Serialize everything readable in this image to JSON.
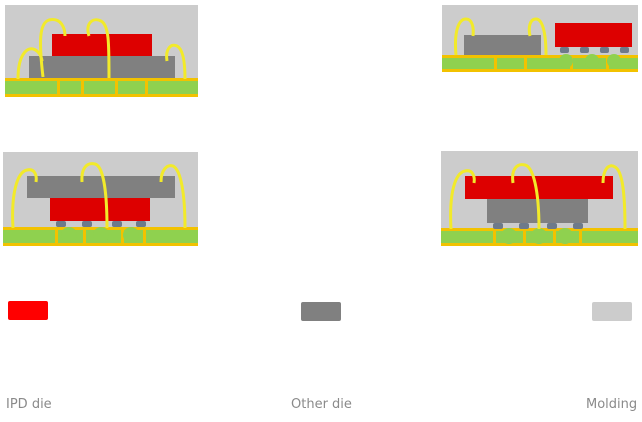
{
  "colors": {
    "ipd_die": "#dd0000",
    "other_die": "#808080",
    "molding": "#cccccc",
    "substrate": "#8fd14f",
    "trace": "#f2c200",
    "wire": "#f2ea2a",
    "bump": "#6e7a8a"
  },
  "legend": [
    {
      "label": "IPD die",
      "color": "#ff0000"
    },
    {
      "label": "Other die",
      "color": "#808080"
    },
    {
      "label": "Molding",
      "color": "#cccccc"
    }
  ],
  "panels": [
    {
      "id": "a",
      "arrangement": "IPD die wire-bonded, stacked on wire-bonded other die"
    },
    {
      "id": "b",
      "arrangement": "Wire-bonded other die beside flip-chip IPD die"
    },
    {
      "id": "c",
      "arrangement": "Wire-bonded other die stacked on flip-chip IPD die"
    },
    {
      "id": "d",
      "arrangement": "Wire-bonded IPD die stacked on flip-chip other die"
    }
  ]
}
